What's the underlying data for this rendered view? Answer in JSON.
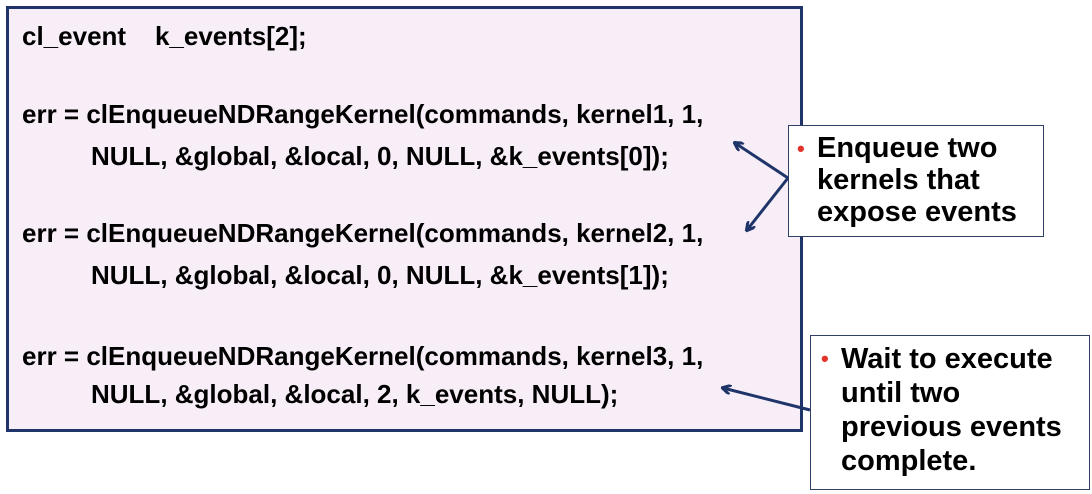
{
  "code": {
    "lines": [
      "cl_event    k_events[2];",
      "err = clEnqueueNDRangeKernel(commands, kernel1, 1,",
      "NULL, &global, &local, 0, NULL, &k_events[0]);",
      "err = clEnqueueNDRangeKernel(commands, kernel2, 1,",
      "NULL, &global, &local, 0, NULL, &k_events[1]);",
      "err = clEnqueueNDRangeKernel(commands, kernel3, 1,",
      "NULL, &global, &local, 2, k_events, NULL);"
    ]
  },
  "callouts": {
    "enqueue": {
      "bullet": "•",
      "text": "Enqueue two kernels that expose events"
    },
    "wait": {
      "bullet": "•",
      "text": "Wait to execute until two previous events complete."
    }
  },
  "colors": {
    "code_background": "#f8eef8",
    "code_border": "#1f3569",
    "arrow": "#1f3569",
    "bullet": "#e3342b"
  }
}
